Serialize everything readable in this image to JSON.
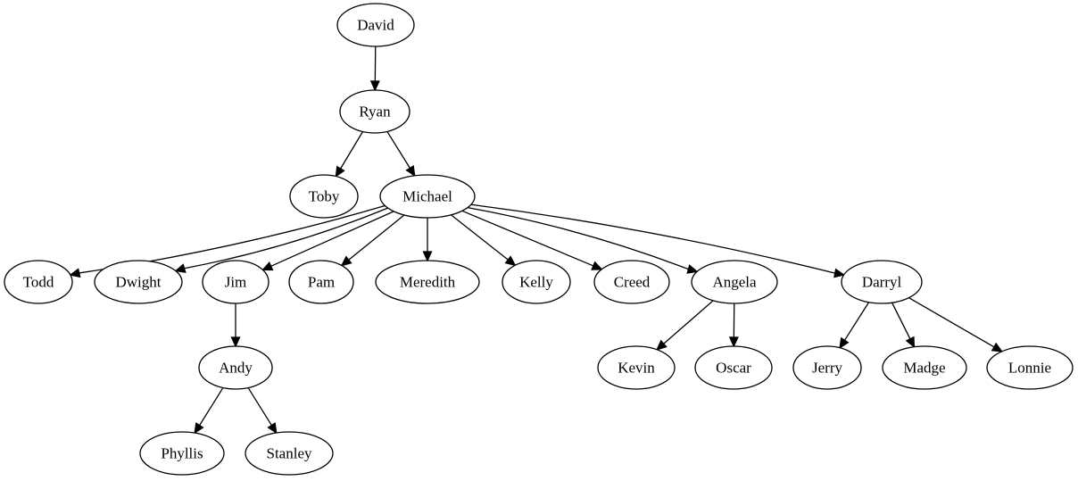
{
  "diagram": {
    "type": "tree",
    "nodes": [
      {
        "id": "david",
        "label": "David"
      },
      {
        "id": "ryan",
        "label": "Ryan"
      },
      {
        "id": "toby",
        "label": "Toby"
      },
      {
        "id": "michael",
        "label": "Michael"
      },
      {
        "id": "todd",
        "label": "Todd"
      },
      {
        "id": "dwight",
        "label": "Dwight"
      },
      {
        "id": "jim",
        "label": "Jim"
      },
      {
        "id": "pam",
        "label": "Pam"
      },
      {
        "id": "meredith",
        "label": "Meredith"
      },
      {
        "id": "kelly",
        "label": "Kelly"
      },
      {
        "id": "creed",
        "label": "Creed"
      },
      {
        "id": "angela",
        "label": "Angela"
      },
      {
        "id": "darryl",
        "label": "Darryl"
      },
      {
        "id": "andy",
        "label": "Andy"
      },
      {
        "id": "kevin",
        "label": "Kevin"
      },
      {
        "id": "oscar",
        "label": "Oscar"
      },
      {
        "id": "jerry",
        "label": "Jerry"
      },
      {
        "id": "madge",
        "label": "Madge"
      },
      {
        "id": "lonnie",
        "label": "Lonnie"
      },
      {
        "id": "phyllis",
        "label": "Phyllis"
      },
      {
        "id": "stanley",
        "label": "Stanley"
      }
    ],
    "edges": [
      {
        "from": "david",
        "to": "ryan"
      },
      {
        "from": "ryan",
        "to": "toby"
      },
      {
        "from": "ryan",
        "to": "michael"
      },
      {
        "from": "michael",
        "to": "todd"
      },
      {
        "from": "michael",
        "to": "dwight"
      },
      {
        "from": "michael",
        "to": "jim"
      },
      {
        "from": "michael",
        "to": "pam"
      },
      {
        "from": "michael",
        "to": "meredith"
      },
      {
        "from": "michael",
        "to": "kelly"
      },
      {
        "from": "michael",
        "to": "creed"
      },
      {
        "from": "michael",
        "to": "angela"
      },
      {
        "from": "michael",
        "to": "darryl"
      },
      {
        "from": "jim",
        "to": "andy"
      },
      {
        "from": "andy",
        "to": "phyllis"
      },
      {
        "from": "andy",
        "to": "stanley"
      },
      {
        "from": "angela",
        "to": "kevin"
      },
      {
        "from": "angela",
        "to": "oscar"
      },
      {
        "from": "darryl",
        "to": "jerry"
      },
      {
        "from": "darryl",
        "to": "madge"
      },
      {
        "from": "darryl",
        "to": "lonnie"
      }
    ]
  }
}
